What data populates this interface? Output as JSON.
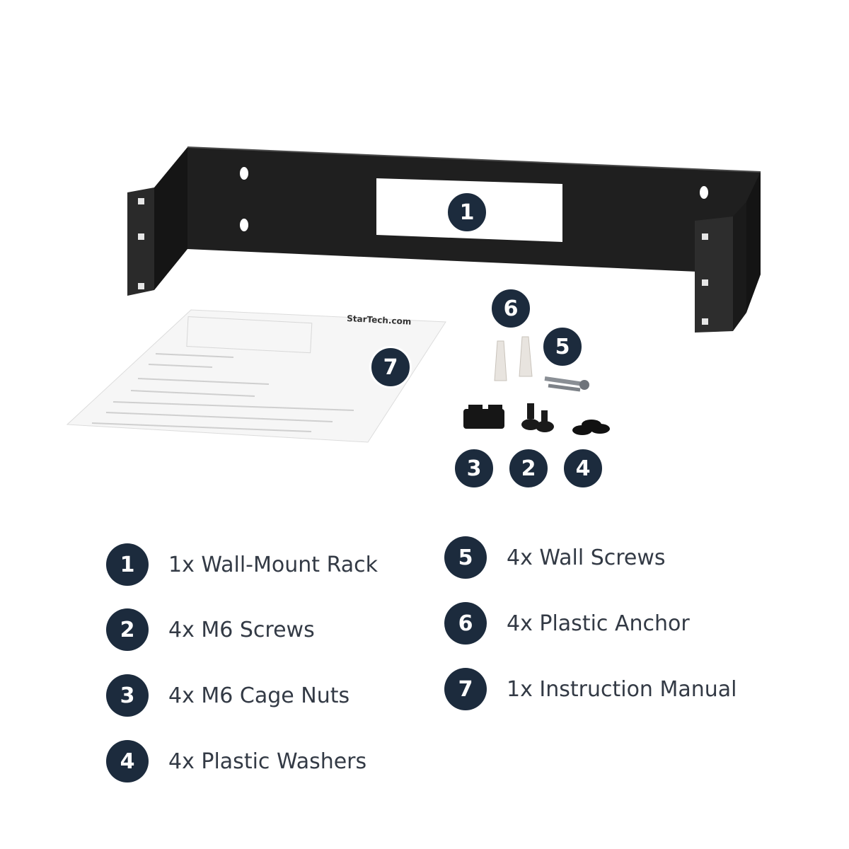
{
  "colors": {
    "badge_fill": "#1c2b3d",
    "badge_text": "#ffffff",
    "bracket": "#1e1e1e",
    "text": "#333a45"
  },
  "photo": {
    "manual_brand": "StarTech.com",
    "callouts": [
      "1",
      "6",
      "5",
      "7",
      "3",
      "2",
      "4"
    ]
  },
  "legend": [
    {
      "number": "1",
      "text": "1x Wall-Mount Rack"
    },
    {
      "number": "2",
      "text": "4x M6 Screws"
    },
    {
      "number": "3",
      "text": "4x M6 Cage Nuts"
    },
    {
      "number": "4",
      "text": "4x Plastic Washers"
    },
    {
      "number": "5",
      "text": "4x Wall Screws"
    },
    {
      "number": "6",
      "text": "4x Plastic Anchor"
    },
    {
      "number": "7",
      "text": "1x Instruction Manual"
    }
  ]
}
